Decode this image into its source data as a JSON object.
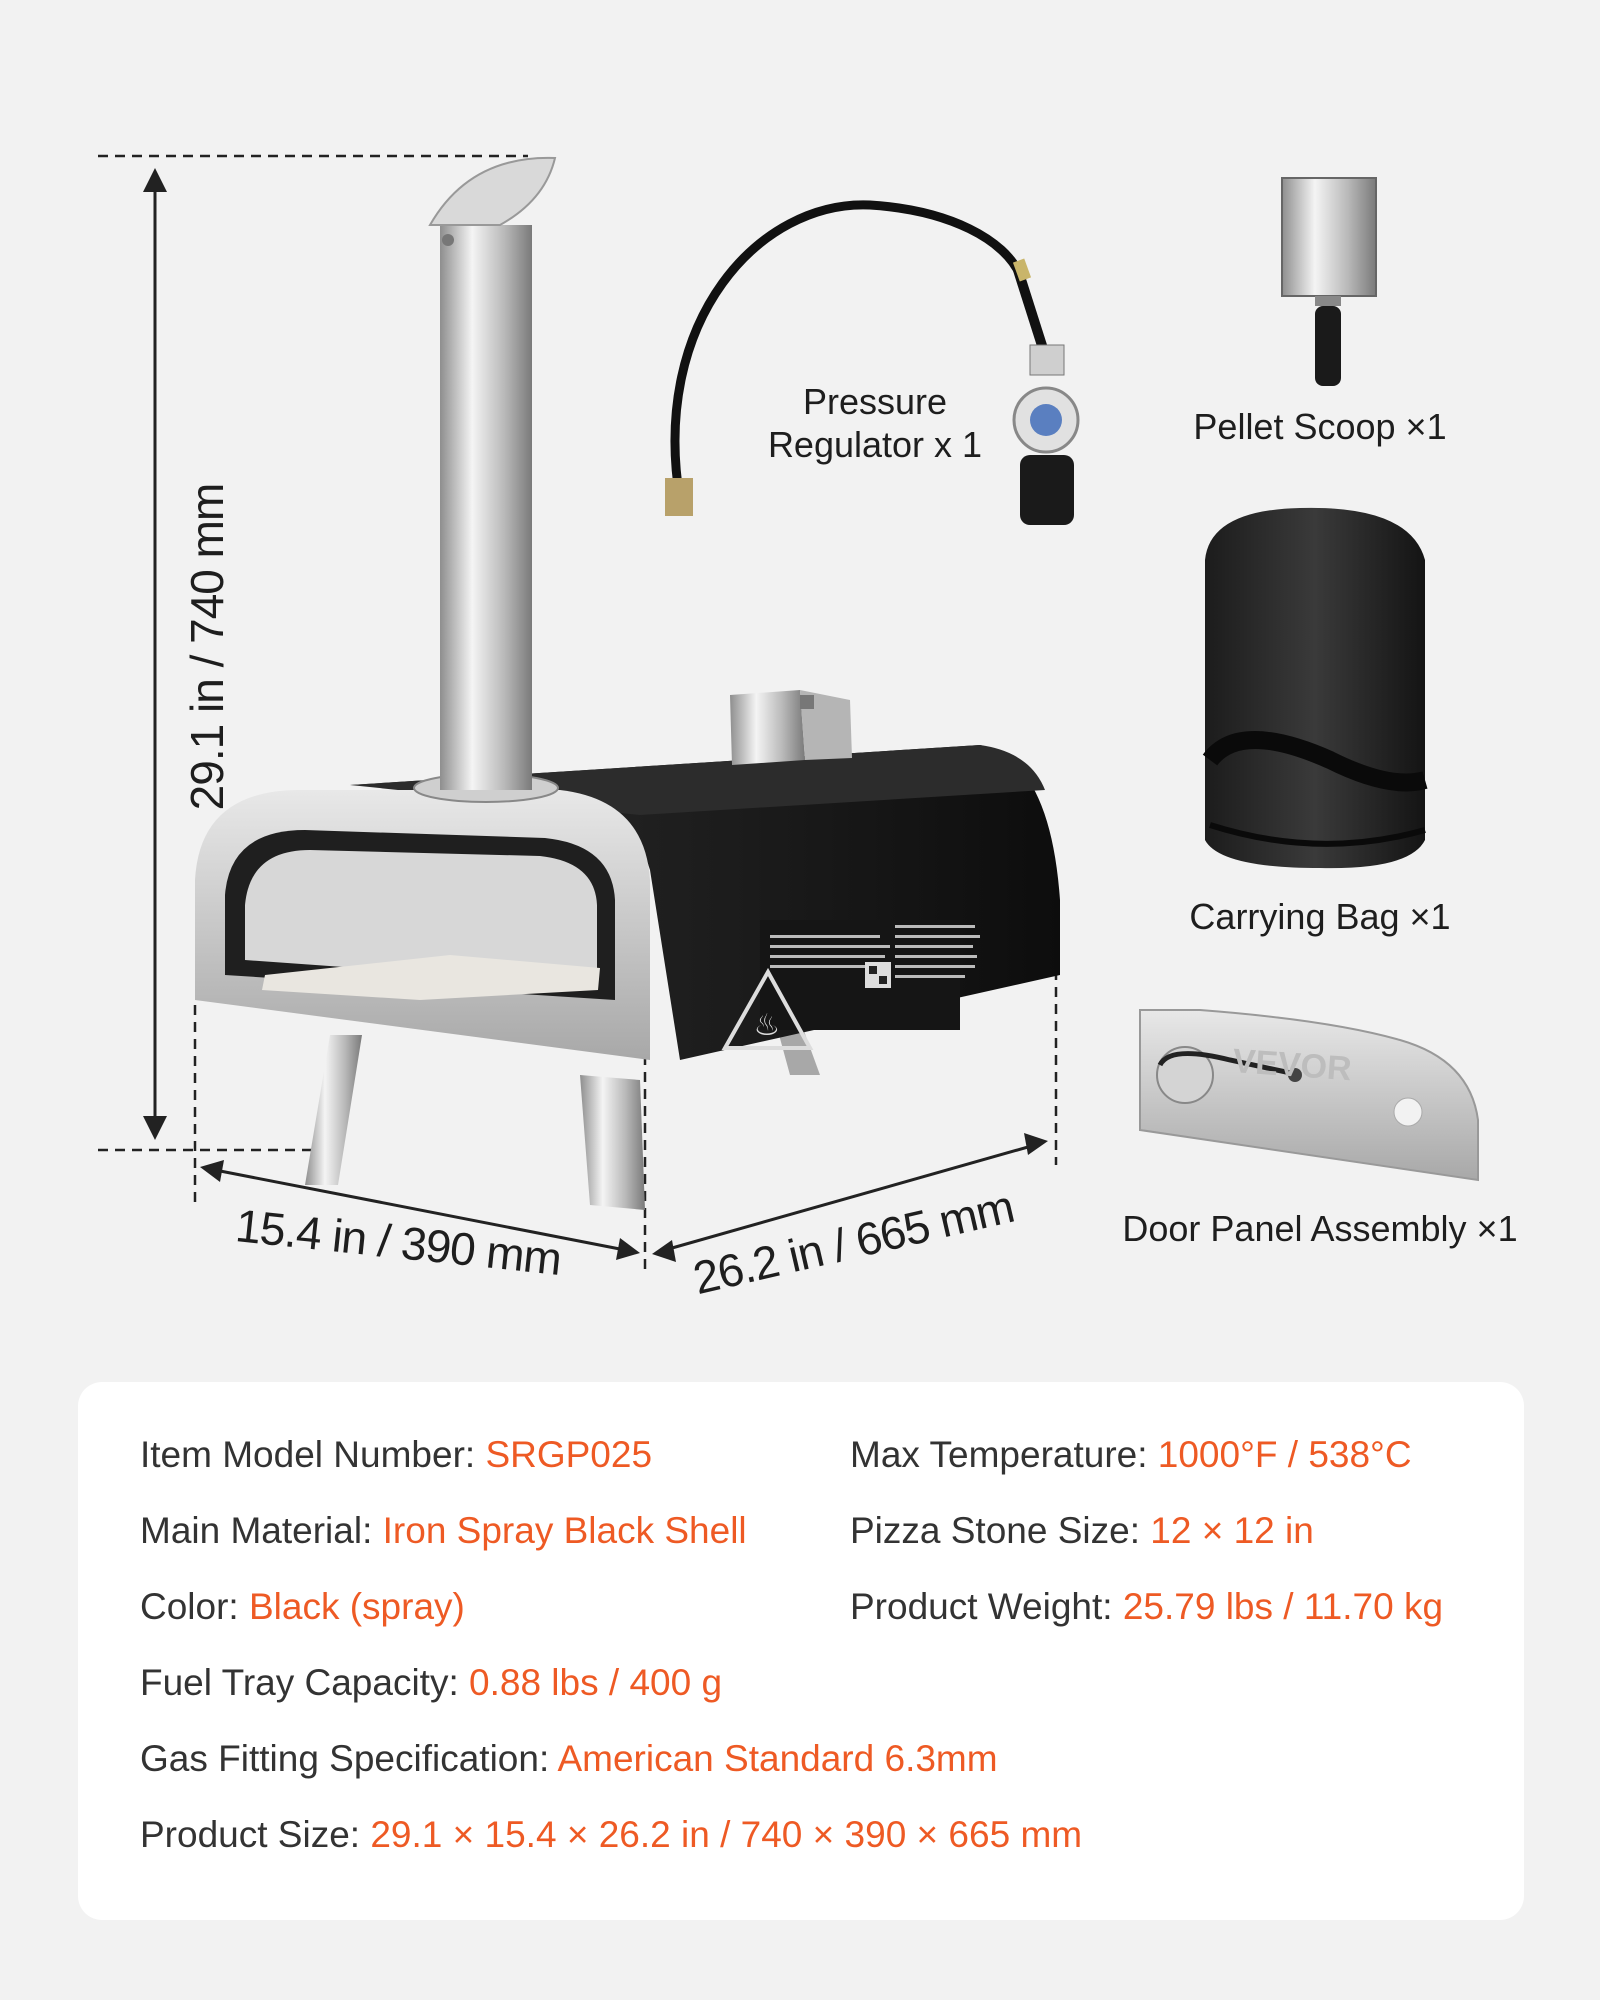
{
  "dimensions": {
    "height": "29.1 in / 740 mm",
    "width": "15.4 in / 390 mm",
    "depth": "26.2 in / 665 mm"
  },
  "accessories": {
    "regulator": "Pressure Regulator x 1",
    "scoop": "Pellet Scoop ×1",
    "bag": "Carrying Bag ×1",
    "door": "Door Panel Assembly ×1"
  },
  "brand_on_door": "VEVOR",
  "specs": {
    "model": {
      "label": "Item Model Number: ",
      "value": "SRGP025"
    },
    "max_temp": {
      "label": "Max Temperature: ",
      "value": "1000°F / 538°C"
    },
    "material": {
      "label": "Main Material: ",
      "value": "Iron Spray Black Shell"
    },
    "stone": {
      "label": "Pizza Stone Size: ",
      "value": "12 × 12 in"
    },
    "color": {
      "label": "Color: ",
      "value": "Black (spray)"
    },
    "weight": {
      "label": "Product Weight: ",
      "value": "25.79 lbs / 11.70 kg"
    },
    "fuel": {
      "label": "Fuel Tray Capacity: ",
      "value": "0.88 lbs / 400 g"
    },
    "gas": {
      "label": "Gas Fitting Specification: ",
      "value": "American Standard 6.3mm"
    },
    "size": {
      "label": "Product Size: ",
      "value": "29.1 × 15.4 × 26.2 in / 740 × 390 × 665 mm"
    }
  },
  "colors": {
    "accent": "#ee5a24",
    "background": "#f2f2f2",
    "oven_body": "#1a1a1a",
    "steel": "#c8c8c8"
  }
}
